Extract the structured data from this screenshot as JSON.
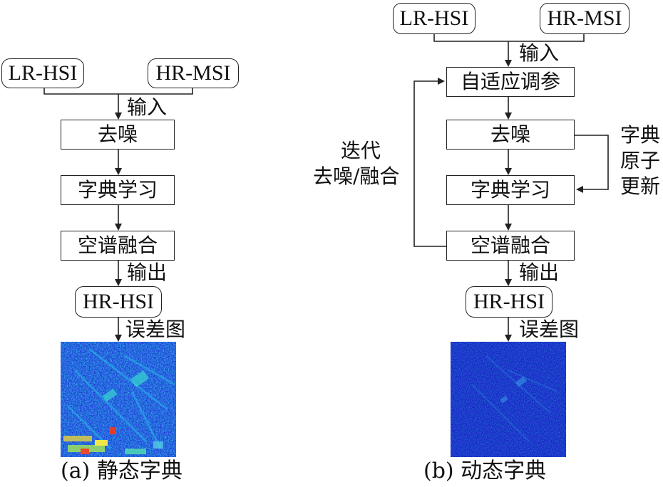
{
  "left": {
    "inputs": [
      "LR-HSI",
      "HR-MSI"
    ],
    "input_label": "输入",
    "steps": [
      "去噪",
      "字典学习",
      "空谱融合"
    ],
    "output_label": "输出",
    "output": "HR-HSI",
    "error_label": "误差图",
    "caption": "(a) 静态字典"
  },
  "right": {
    "inputs": [
      "LR-HSI",
      "HR-MSI"
    ],
    "input_label": "输入",
    "steps": [
      "自适应调参",
      "去噪",
      "字典学习",
      "空谱融合"
    ],
    "loop_label_1": "迭代",
    "loop_label_2": "去噪/融合",
    "dict_update": [
      "字典",
      "原子",
      "更新"
    ],
    "output_label": "输出",
    "output": "HR-HSI",
    "error_label": "误差图",
    "caption": "(b) 动态字典"
  }
}
